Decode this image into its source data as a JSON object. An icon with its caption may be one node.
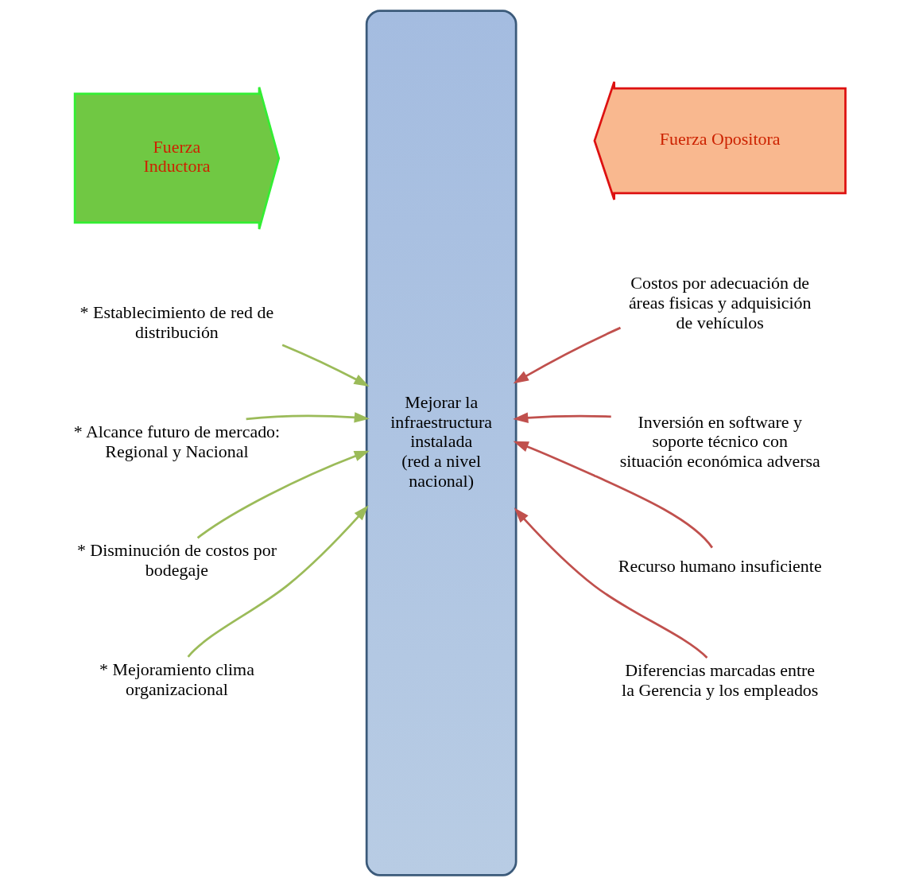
{
  "diagram": {
    "nodes": [
      {
        "text": [
          "Fuerza Inductora"
        ]
      },
      {
        "text": [
          "Mejorar la infraestructura instalada (red a nivel nacional)"
        ]
      },
      {
        "text": [
          "Fuerza Opositora"
        ]
      },
      {
        "text": [
          "* Establecimiento de red de distribución"
        ]
      },
      {
        "text": [
          "Costos por adecuación de áreas fisicas y adquisición de vehículos"
        ]
      },
      {
        "text": [
          "* Alcance futuro de mercado: Regional y Nacional"
        ]
      },
      {
        "text": [
          "Inversión en software y soporte técnico con situación económica adversa"
        ]
      },
      {
        "text": [
          "* Disminución de costos por bodegaje"
        ]
      },
      {
        "text": [
          "Recurso humano insuficiente"
        ]
      },
      {
        "text": [
          "* Mejoramiento clima organizacional"
        ]
      },
      {
        "text": [
          "Diferencias marcadas entre la Gerencia y los empleados"
        ]
      }
    ],
    "edges": [
      {
        "from": 3,
        "to": 1,
        "arrow": "to",
        "color": "#9bbb59"
      },
      {
        "from": 4,
        "to": 1,
        "arrow": "to",
        "color": "#c0504d"
      },
      {
        "from": 5,
        "to": 1,
        "arrow": "to",
        "color": "#9bbb59"
      },
      {
        "from": 6,
        "to": 1,
        "arrow": "to",
        "color": "#c0504d"
      },
      {
        "from": 7,
        "to": 1,
        "arrow": "to",
        "color": "#9bbb59"
      },
      {
        "from": 8,
        "to": 1,
        "arrow": "to",
        "color": "#c0504d"
      },
      {
        "from": 9,
        "to": 1,
        "arrow": "to",
        "color": "#9bbb59"
      },
      {
        "from": 10,
        "to": 1,
        "arrow": "to",
        "color": "#c0504d"
      }
    ]
  }
}
